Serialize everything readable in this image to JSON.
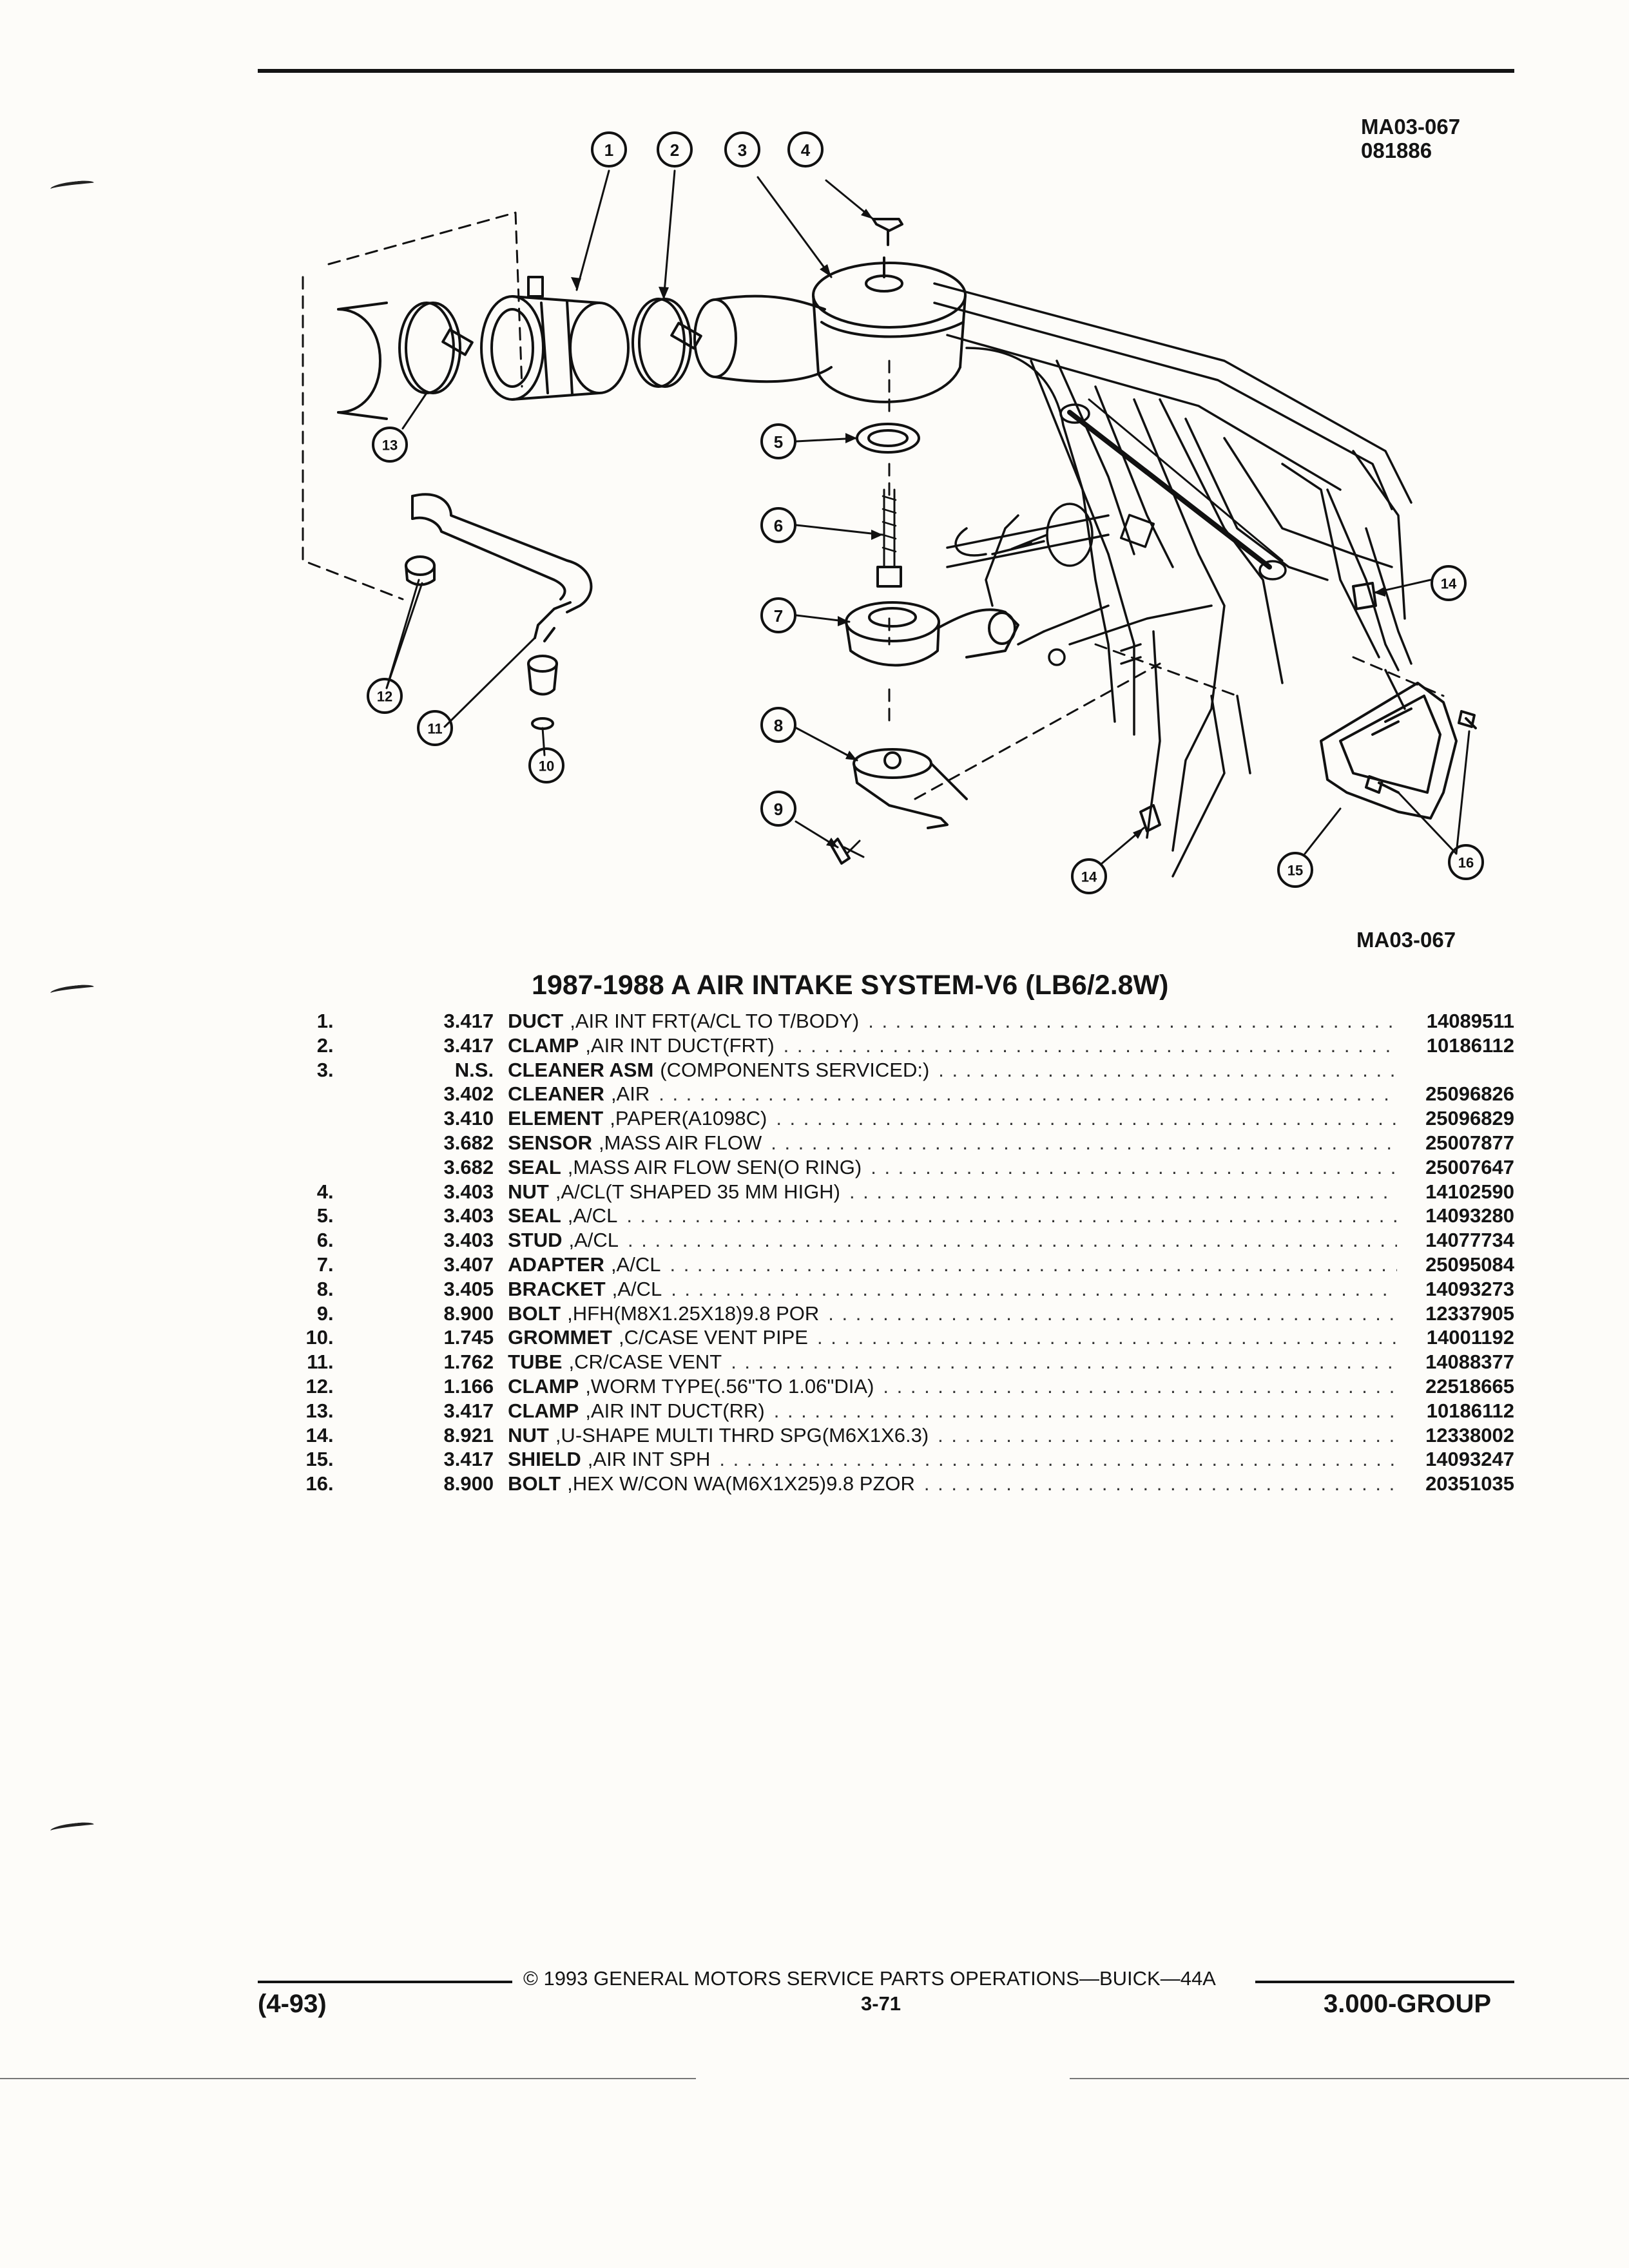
{
  "figure": {
    "ref_code_top": "MA03-067",
    "ref_date_code": "081886",
    "ref_code_bottom": "MA03-067",
    "callouts": [
      "1",
      "2",
      "3",
      "4",
      "5",
      "6",
      "7",
      "8",
      "9",
      "10",
      "11",
      "12",
      "13",
      "14",
      "15",
      "16"
    ]
  },
  "title": "1987-1988 A AIR INTAKE SYSTEM-V6 (LB6/2.8W)",
  "parts": [
    {
      "no": "1.",
      "fig": "3.417",
      "name": "DUCT",
      "desc": ",AIR INT FRT(A/CL TO T/BODY)",
      "pn": "14089511"
    },
    {
      "no": "2.",
      "fig": "3.417",
      "name": "CLAMP",
      "desc": ",AIR INT DUCT(FRT)",
      "pn": "10186112"
    },
    {
      "no": "3.",
      "fig": "N.S.",
      "name": "CLEANER ASM",
      "desc": "(COMPONENTS SERVICED:)",
      "pn": ""
    },
    {
      "no": "",
      "fig": "3.402",
      "name": "CLEANER",
      "desc": ",AIR",
      "pn": "25096826"
    },
    {
      "no": "",
      "fig": "3.410",
      "name": "ELEMENT",
      "desc": ",PAPER(A1098C)",
      "pn": "25096829"
    },
    {
      "no": "",
      "fig": "3.682",
      "name": "SENSOR",
      "desc": ",MASS AIR FLOW",
      "pn": "25007877"
    },
    {
      "no": "",
      "fig": "3.682",
      "name": "SEAL",
      "desc": ",MASS AIR FLOW SEN(O RING)",
      "pn": "25007647"
    },
    {
      "no": "4.",
      "fig": "3.403",
      "name": "NUT",
      "desc": ",A/CL(T SHAPED 35 MM HIGH)",
      "pn": "14102590"
    },
    {
      "no": "5.",
      "fig": "3.403",
      "name": "SEAL",
      "desc": ",A/CL",
      "pn": "14093280"
    },
    {
      "no": "6.",
      "fig": "3.403",
      "name": "STUD",
      "desc": ",A/CL",
      "pn": "14077734"
    },
    {
      "no": "7.",
      "fig": "3.407",
      "name": "ADAPTER",
      "desc": ",A/CL",
      "pn": "25095084"
    },
    {
      "no": "8.",
      "fig": "3.405",
      "name": "BRACKET",
      "desc": ",A/CL",
      "pn": "14093273"
    },
    {
      "no": "9.",
      "fig": "8.900",
      "name": "BOLT",
      "desc": ",HFH(M8X1.25X18)9.8 POR",
      "pn": "12337905"
    },
    {
      "no": "10.",
      "fig": "1.745",
      "name": "GROMMET",
      "desc": ",C/CASE VENT PIPE",
      "pn": "14001192"
    },
    {
      "no": "11.",
      "fig": "1.762",
      "name": "TUBE",
      "desc": ",CR/CASE VENT",
      "pn": "14088377"
    },
    {
      "no": "12.",
      "fig": "1.166",
      "name": "CLAMP",
      "desc": ",WORM TYPE(.56\"TO 1.06\"DIA)",
      "pn": "22518665"
    },
    {
      "no": "13.",
      "fig": "3.417",
      "name": "CLAMP",
      "desc": ",AIR INT DUCT(RR)",
      "pn": "10186112"
    },
    {
      "no": "14.",
      "fig": "8.921",
      "name": "NUT",
      "desc": ",U-SHAPE MULTI THRD SPG(M6X1X6.3)",
      "pn": "12338002"
    },
    {
      "no": "15.",
      "fig": "3.417",
      "name": "SHIELD",
      "desc": ",AIR INT SPH",
      "pn": "14093247"
    },
    {
      "no": "16.",
      "fig": "8.900",
      "name": "BOLT",
      "desc": ",HEX W/CON WA(M6X1X25)9.8 PZOR",
      "pn": "20351035"
    }
  ],
  "footer": {
    "copyright": "© 1993 GENERAL MOTORS SERVICE PARTS OPERATIONS—BUICK—44A",
    "date": "(4-93)",
    "page": "3-71",
    "group": "3.000-GROUP"
  }
}
